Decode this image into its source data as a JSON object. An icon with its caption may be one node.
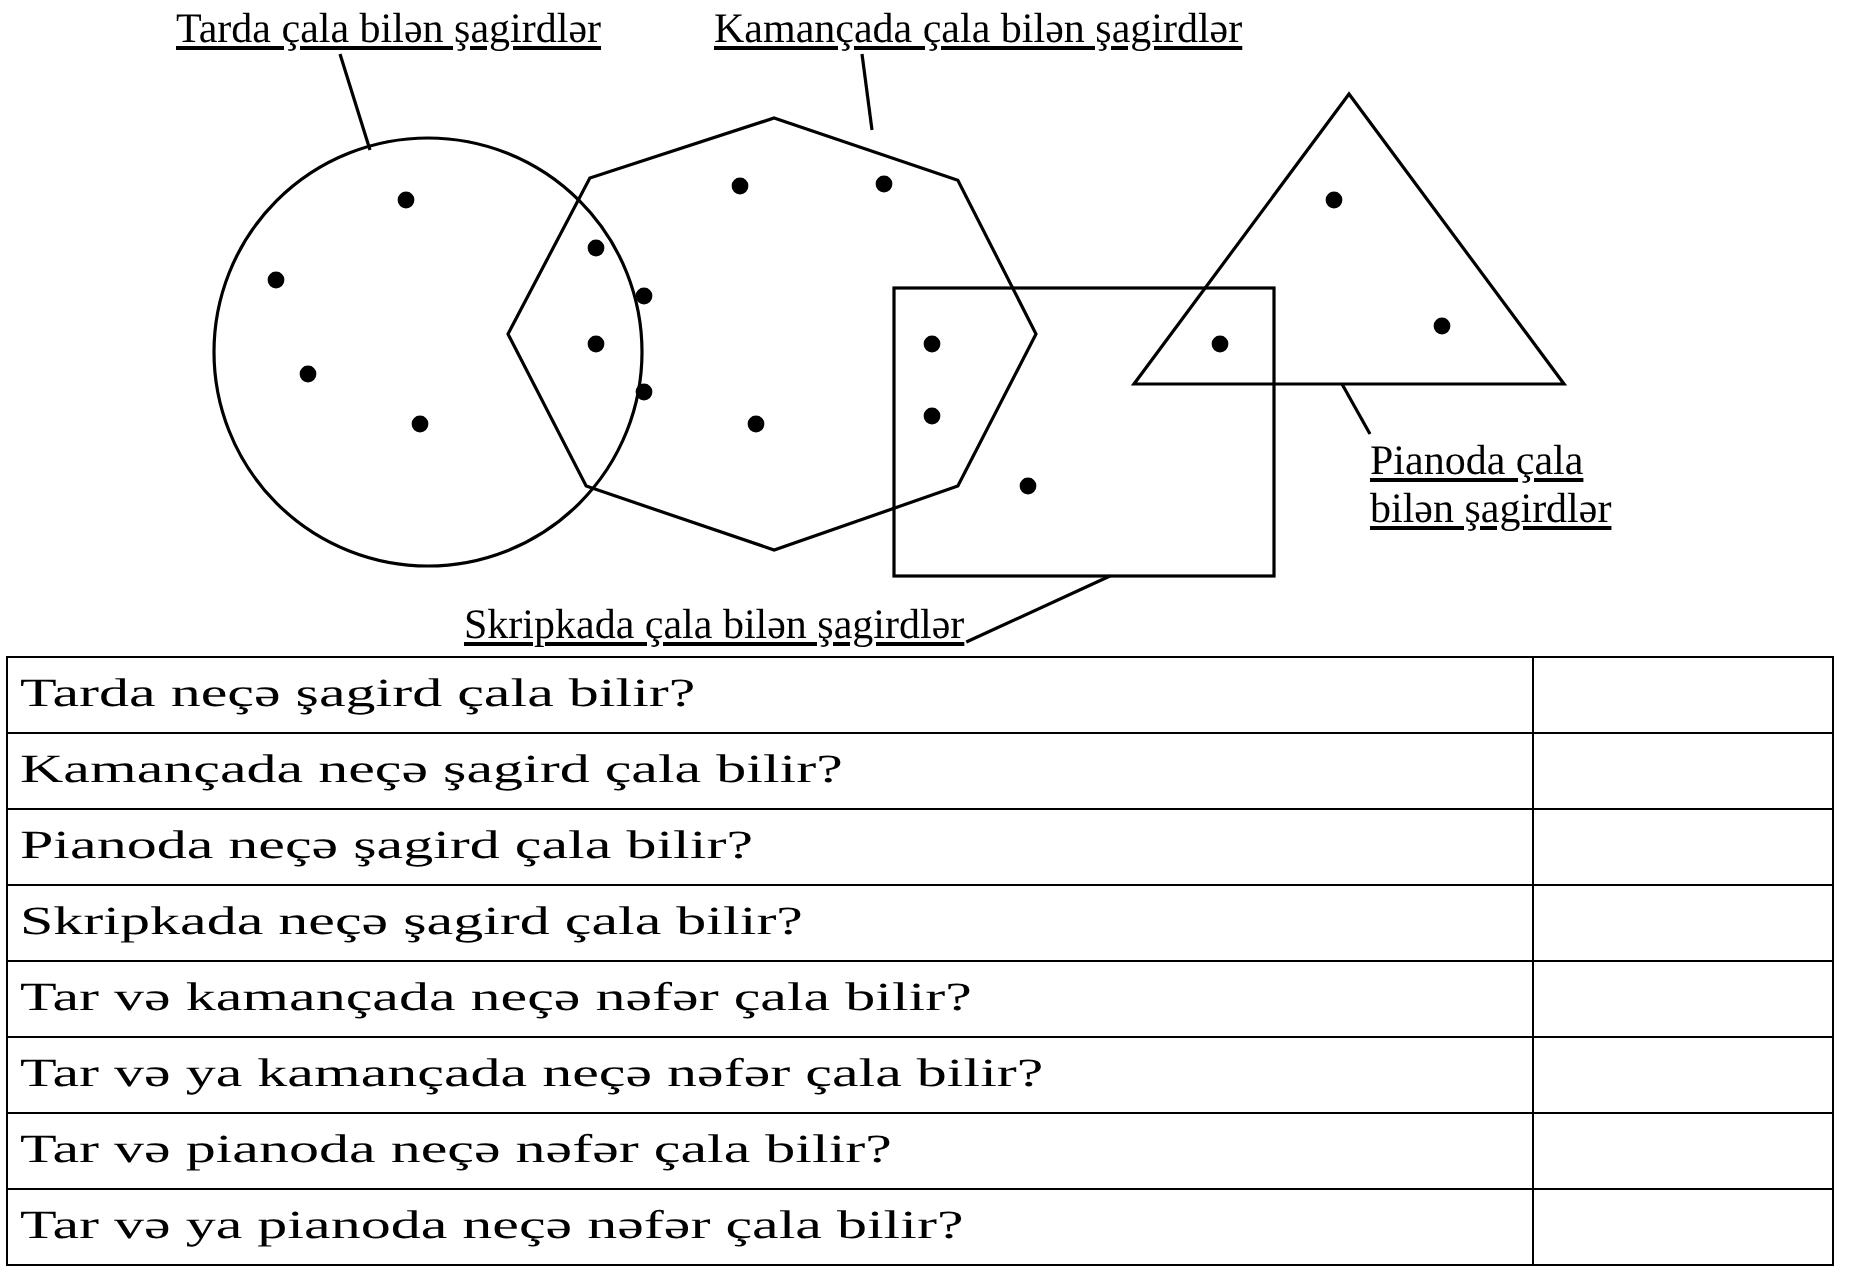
{
  "diagram": {
    "nodes": [
      {
        "text": [
          "Tarda çala bilən şagirdlər"
        ]
      },
      {
        "text": [
          "Kamançada çala bilən şagirdlər"
        ]
      },
      {
        "text": [],
        "shape": "circle"
      },
      {
        "text": [],
        "shape": "octagon"
      },
      {
        "text": [],
        "shape": "triangle"
      },
      {
        "text": [],
        "shape": "box"
      },
      {
        "text": [
          "Pianoda çala bilən şagirdlər"
        ]
      },
      {
        "text": [
          "Skripkada çala bilən şagirdlər"
        ]
      }
    ],
    "edges": [
      {
        "from": 0,
        "to": 2,
        "arrow": "none"
      },
      {
        "from": 1,
        "to": 3,
        "arrow": "none"
      },
      {
        "from": 6,
        "to": 4,
        "arrow": "none"
      },
      {
        "from": 7,
        "to": 5,
        "arrow": "none"
      }
    ],
    "labels": [
      "Tarda neçə şagird çala bilir?",
      "Kamançada neçə şagird çala bilir?",
      "Pianoda neçə şagird çala bilir?",
      "Skripkada neçə şagird çala bilir?",
      "Tar və kamançada neçə nəfər çala bilir?",
      "Tar və ya kamançada neçə nəfər çala bilir?",
      "Tar və pianoda neçə nəfər çala bilir?",
      "Tar və ya pianoda neçə nəfər çala bilir?"
    ]
  }
}
